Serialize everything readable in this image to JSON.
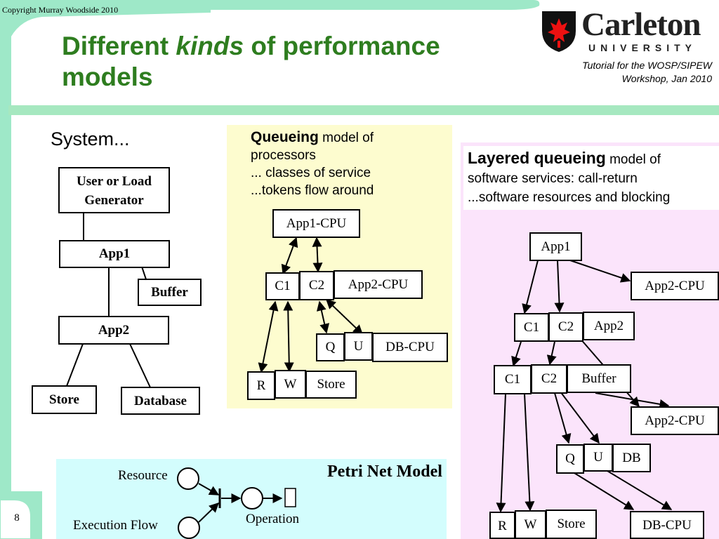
{
  "copyright": "Copyright Murray Woodside 2010",
  "title": {
    "part1": "Different ",
    "italic": "kinds",
    "part2": " of performance models"
  },
  "logo": {
    "name": "Carleton",
    "sub": "UNIVERSITY"
  },
  "tutorial": {
    "line1": "Tutorial for the WOSP/SIPEW",
    "line2": "Workshop, Jan 2010"
  },
  "page_number": "8",
  "system": {
    "heading": "System...",
    "user": "User or Load Generator",
    "app1": "App1",
    "buffer": "Buffer",
    "app2": "App2",
    "store": "Store",
    "database": "Database"
  },
  "queueing": {
    "title": "Queueing",
    "rest1": " model of",
    "line2": "processors",
    "line3": "... classes of service",
    "line4": "...tokens flow around",
    "app1cpu": "App1-CPU",
    "c1": "C1",
    "c2": "C2",
    "app2cpu": "App2-CPU",
    "q": "Q",
    "u": "U",
    "dbcpu": "DB-CPU",
    "r": "R",
    "w": "W",
    "store": "Store"
  },
  "layered": {
    "title": "Layered queueing",
    "rest1": " model of",
    "line2": "software services: call-return",
    "line3": "...software resources and blocking",
    "app1": "App1",
    "app2cpu_a": "App2-CPU",
    "c1a": "C1",
    "c2a": "C2",
    "app2": "App2",
    "c1b": "C1",
    "c2b": "C2",
    "buffer": "Buffer",
    "app2cpu_b": "App2-CPU",
    "q": "Q",
    "u": "U",
    "db": "DB",
    "r": "R",
    "w": "W",
    "store": "Store",
    "dbcpu": "DB-CPU"
  },
  "petri": {
    "title": "Petri Net Model",
    "resource": "Resource",
    "execution": "Execution Flow",
    "operation": "Operation"
  },
  "colors": {
    "title_green": "#2e7d1f",
    "frame_mint": "#9ee8c8",
    "divider_green": "#a6e8c0",
    "queueing_bg": "#fdfccf",
    "layered_bg": "#fbe4fb",
    "petri_bg": "#d3fdfd"
  }
}
